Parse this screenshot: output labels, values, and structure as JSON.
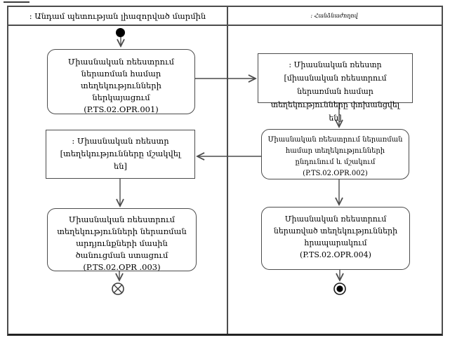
{
  "diagram": {
    "type": "uml-activity-swimlane",
    "lanes": [
      {
        "title": ": Անդամ պետության լիազորված մարմին"
      },
      {
        "title": ": Հանձնաժողով"
      }
    ],
    "nodes": [
      {
        "id": "action-opr-001",
        "kind": "action",
        "label": "Միասնական ռեեստրում ներառման համար տեղեկությունների ներկայացում (P.TS.02.OPR.001)"
      },
      {
        "id": "object-register-transferred",
        "kind": "object",
        "label": ": Միասնական ռեեստր [միասնական ռեեստրում ներառման համար տեղեկությունները փոխանցվել են]"
      },
      {
        "id": "object-register-processed",
        "kind": "object",
        "label": ": Միասնական ռեեստր [տեղեկությունները մշակվել են]"
      },
      {
        "id": "action-opr-002",
        "kind": "action",
        "label": "Միասնական ռեեստրում ներառման համար տեղեկությունների ընդունում և մշակում (P.TS.02.OPR.002)"
      },
      {
        "id": "action-opr-003",
        "kind": "action",
        "label": "Միասնական ռեեստրում տեղեկությունների ներառման արդյունքների մասին ծանուցման ստացում (P.TS.02.OPR .003)"
      },
      {
        "id": "action-opr-004",
        "kind": "action",
        "label": "Միասնական ռեեստրում ներառված տեղեկությունների հրապարակում (P.TS.02.OPR.004)"
      }
    ],
    "flows": [
      {
        "from": "initial",
        "to": "action-opr-001"
      },
      {
        "from": "action-opr-001",
        "to": "object-register-transferred"
      },
      {
        "from": "object-register-transferred",
        "to": "action-opr-002"
      },
      {
        "from": "action-opr-002",
        "to": "object-register-processed"
      },
      {
        "from": "object-register-processed",
        "to": "action-opr-003"
      },
      {
        "from": "action-opr-002",
        "to": "action-opr-004"
      },
      {
        "from": "action-opr-003",
        "to": "flow-final"
      },
      {
        "from": "action-opr-004",
        "to": "activity-final"
      }
    ],
    "colors": {
      "line": "#4c4c4c",
      "frame": "#4c4c4c",
      "text": "#000000",
      "background": "#ffffff",
      "node_fill": "#ffffff"
    }
  }
}
